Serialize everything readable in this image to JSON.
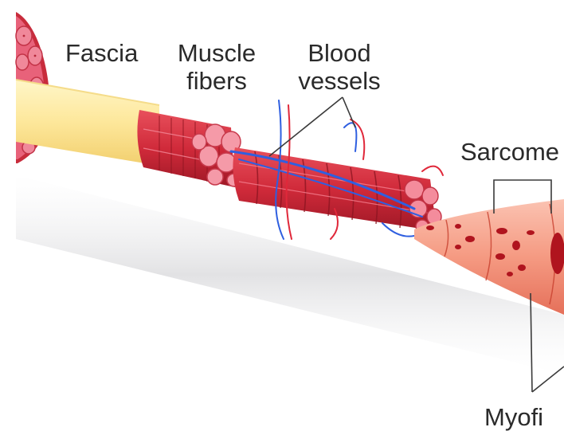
{
  "labels": {
    "fascia": "Fascia",
    "muscle_fibers_line1": "Muscle",
    "muscle_fibers_line2": "fibers",
    "blood_vessels_line1": "Blood",
    "blood_vessels_line2": "vessels",
    "sarcomere": "Sarcome",
    "myofibril": "Myofi"
  },
  "colors": {
    "muscle_red": "#d6303f",
    "muscle_dark": "#a81c2a",
    "muscle_pink": "#f07c8c",
    "fascia_yellow": "#fde9a0",
    "vessel_blue": "#2f5fe0",
    "vessel_red": "#e0283a",
    "myofibril_salmon": "#f5a08a",
    "shadow_grey": "#e4e4e6",
    "leader_line": "#3a3a3a"
  },
  "icons": [
    "muscle-cross-section",
    "fascicle",
    "muscle-fiber-bundle",
    "myofibril-segment"
  ]
}
